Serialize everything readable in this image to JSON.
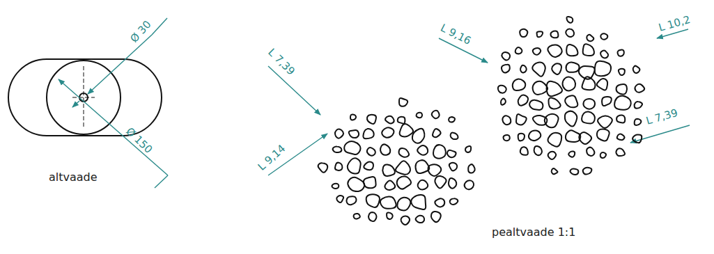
{
  "diagram": {
    "labels": [
      "Ø 30",
      "Ø 150",
      "altvaade",
      "L 7,39",
      "L 9,14",
      "L 9,16",
      "L 10,2",
      "L 7,39",
      "pealtvaade 1:1"
    ]
  }
}
